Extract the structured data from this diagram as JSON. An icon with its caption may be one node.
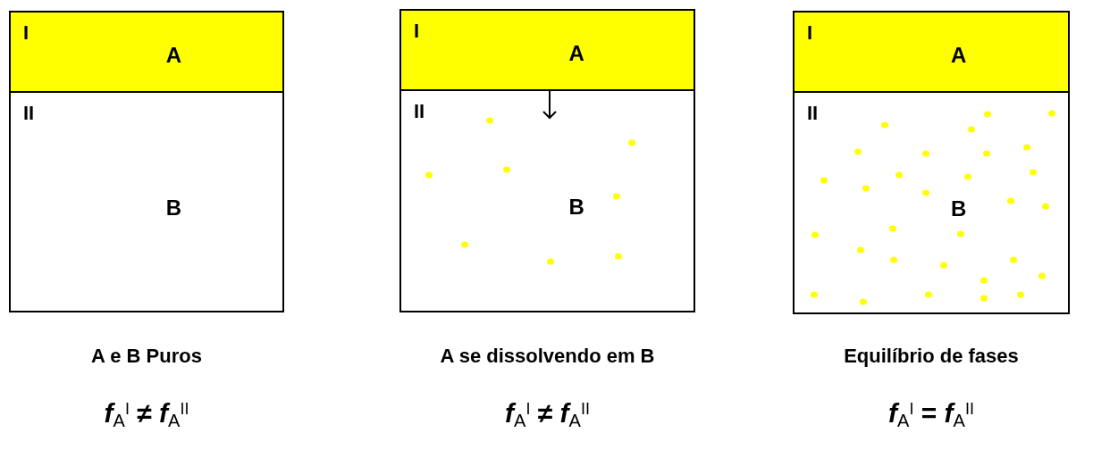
{
  "diagram": {
    "nodes": [
      {
        "text": [],
        "shape": "box",
        "beside": [
          "A e B Puros",
          "*f*$_{A}$$^{I}$ ≠ *f*$_{A}$$^{II}$"
        ]
      },
      {
        "text": [
          "I",
          "A"
        ],
        "in": 0
      },
      {
        "text": [
          "II",
          "B"
        ],
        "in": 0
      },
      {
        "text": [],
        "shape": "box",
        "beside": [
          "A se dissolvendo em B",
          "*f*$_{A}$$^{I}$ ≠ *f*$_{A}$$^{II}$"
        ]
      },
      {
        "text": [
          "I",
          "A"
        ],
        "in": 3
      },
      {
        "text": [
          "II",
          "B"
        ],
        "in": 3
      },
      {
        "text": [],
        "shape": "box",
        "beside": [
          "Equilíbrio de fases",
          "*f*$_{A}$$^{I}$ = *f*$_{A}$$^{II}$"
        ]
      },
      {
        "text": [
          "I",
          "A"
        ],
        "in": 6
      },
      {
        "text": [
          "II",
          "B"
        ],
        "in": 6
      }
    ],
    "edges": []
  }
}
